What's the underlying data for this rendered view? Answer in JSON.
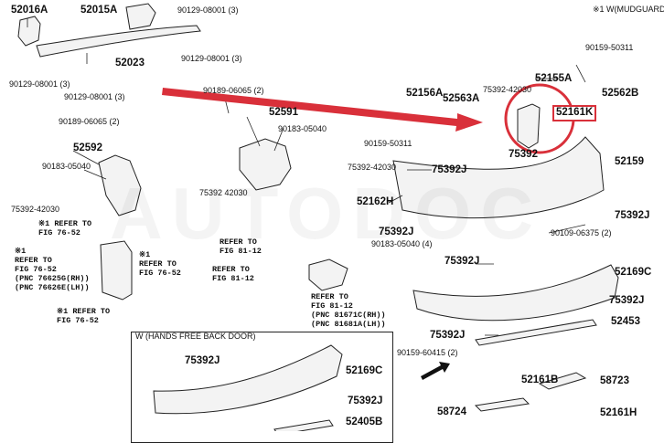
{
  "header_note": "※1 W(MUDGUARD",
  "watermark": "AUTODOC",
  "inset_title": "W (HANDS FREE BACK DOOR)",
  "colors": {
    "highlight": "#d9303a",
    "line": "#222222",
    "part_fill": "#f3f3f3"
  },
  "parts": {
    "p52016A": "52016A",
    "p52015A": "52015A",
    "p90129_3_top": "90129-08001 (3)",
    "p52023": "52023",
    "p90129_3_mid": "90129-08001 (3)",
    "p90129_3_left": "90129-08001 (3)",
    "p90129_3_bottom": "90129-08001 (3)",
    "p90189_2_center": "90189-06065 (2)",
    "p52591": "52591",
    "p90183_center": "90183-05040",
    "p90189_2_left": "90189-06065 (2)",
    "p52592": "52592",
    "p90183_left": "90183-05040",
    "p75392_left": "75392-42030",
    "p75392_center": "75392 42030",
    "p52156A": "52156A",
    "p52563A": "52563A",
    "p90159_left": "90159-50311",
    "p75392_top": "75392-42030",
    "p52155A": "52155A",
    "p90159_right": "90159-50311",
    "p52562B": "52562B",
    "p52161K": "52161K",
    "p75392_mid": "75392",
    "p52159": "52159",
    "p75392_42030_mid": "75392-42030",
    "p75392J_a": "75392J",
    "p52162H": "52162H",
    "p75392J_b": "75392J",
    "p90109": "90109-06375 (2)",
    "p75392J_c": "75392J",
    "p90183_4": "90183-05040 (4)",
    "p75392J_d": "75392J",
    "p52169C": "52169C",
    "p75392J_e": "75392J",
    "p52453": "52453",
    "p75392J_f": "75392J",
    "p90159_60415": "90159-60415 (2)",
    "p52161B": "52161B",
    "p58723": "58723",
    "p58724": "58724",
    "p52161H": "52161H",
    "p75392J_g": "75392J",
    "p52169C_inset": "52169C",
    "p75392J_h": "75392J",
    "p52405B": "52405B"
  },
  "refers": {
    "r1": [
      "※1 REFER TO",
      "FIG 76-52"
    ],
    "r2": [
      "※1",
      "REFER TO",
      "FIG 76-52",
      "(PNC 76625G(RH))",
      "(PNC 76626E(LH))"
    ],
    "r3": [
      "※1",
      "REFER TO",
      "FIG 76-52"
    ],
    "r4": [
      "※1 REFER TO",
      "FIG 76-52"
    ],
    "r5": [
      "REFER TO",
      "FIG 81-12"
    ],
    "r6": [
      "REFER TO",
      "FIG 81-12"
    ],
    "r7": [
      "REFER TO",
      "FIG 81-12",
      "(PNC 81671C(RH))",
      "(PNC 81681A(LH))"
    ]
  }
}
